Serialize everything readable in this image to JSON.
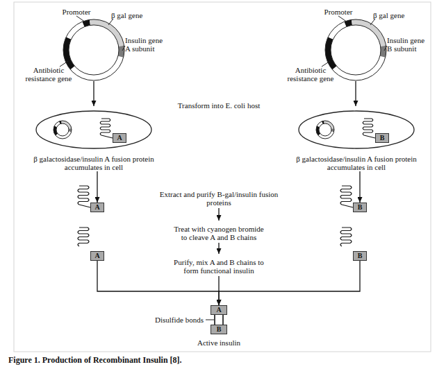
{
  "diagram": {
    "caption": "Figure 1. Production of Recombinant Insulin [8].",
    "nodes": [
      {
        "text": [
          "β galactosidase/insulin A fusion protein accumulates in cell"
        ]
      },
      {
        "text": [
          "A"
        ],
        "in": 0
      },
      {
        "text": [
          "β galactosidase/insulin A fusion protein accumulates in cell"
        ]
      },
      {
        "text": [
          "B"
        ],
        "in": 2
      },
      {
        "text": [
          "A"
        ]
      },
      {
        "text": [
          "B"
        ]
      },
      {
        "text": [
          "A"
        ]
      },
      {
        "text": [
          "B"
        ]
      },
      {
        "text": [
          "A"
        ]
      },
      {
        "text": [
          "B"
        ]
      }
    ],
    "edges": [
      {
        "from": 0,
        "to": 4,
        "arrow": "to"
      },
      {
        "from": 2,
        "to": 5,
        "arrow": "to"
      },
      {
        "from": 6,
        "to": 8,
        "arrow": "to"
      },
      {
        "from": 7,
        "to": 8,
        "arrow": "to"
      },
      {
        "from": 8,
        "to": 9,
        "arrow": "none"
      }
    ],
    "labels": [
      "Promoter",
      "β gal gene",
      "Insulin gene A subunit",
      "Antibiotic resistance gene",
      "Promoter",
      "β gal gene",
      "Insulin gene B subunit",
      "Antibiotic resistance gene",
      "Transform into E. coli host",
      "Extract and purify B-gal/insulin fusion proteins",
      "Treat with cyanogen bromide to cleave A and B chains",
      "Purify, mix A and B chains to form functional insulin",
      "Disulfide bonds",
      "Active insulin"
    ]
  }
}
